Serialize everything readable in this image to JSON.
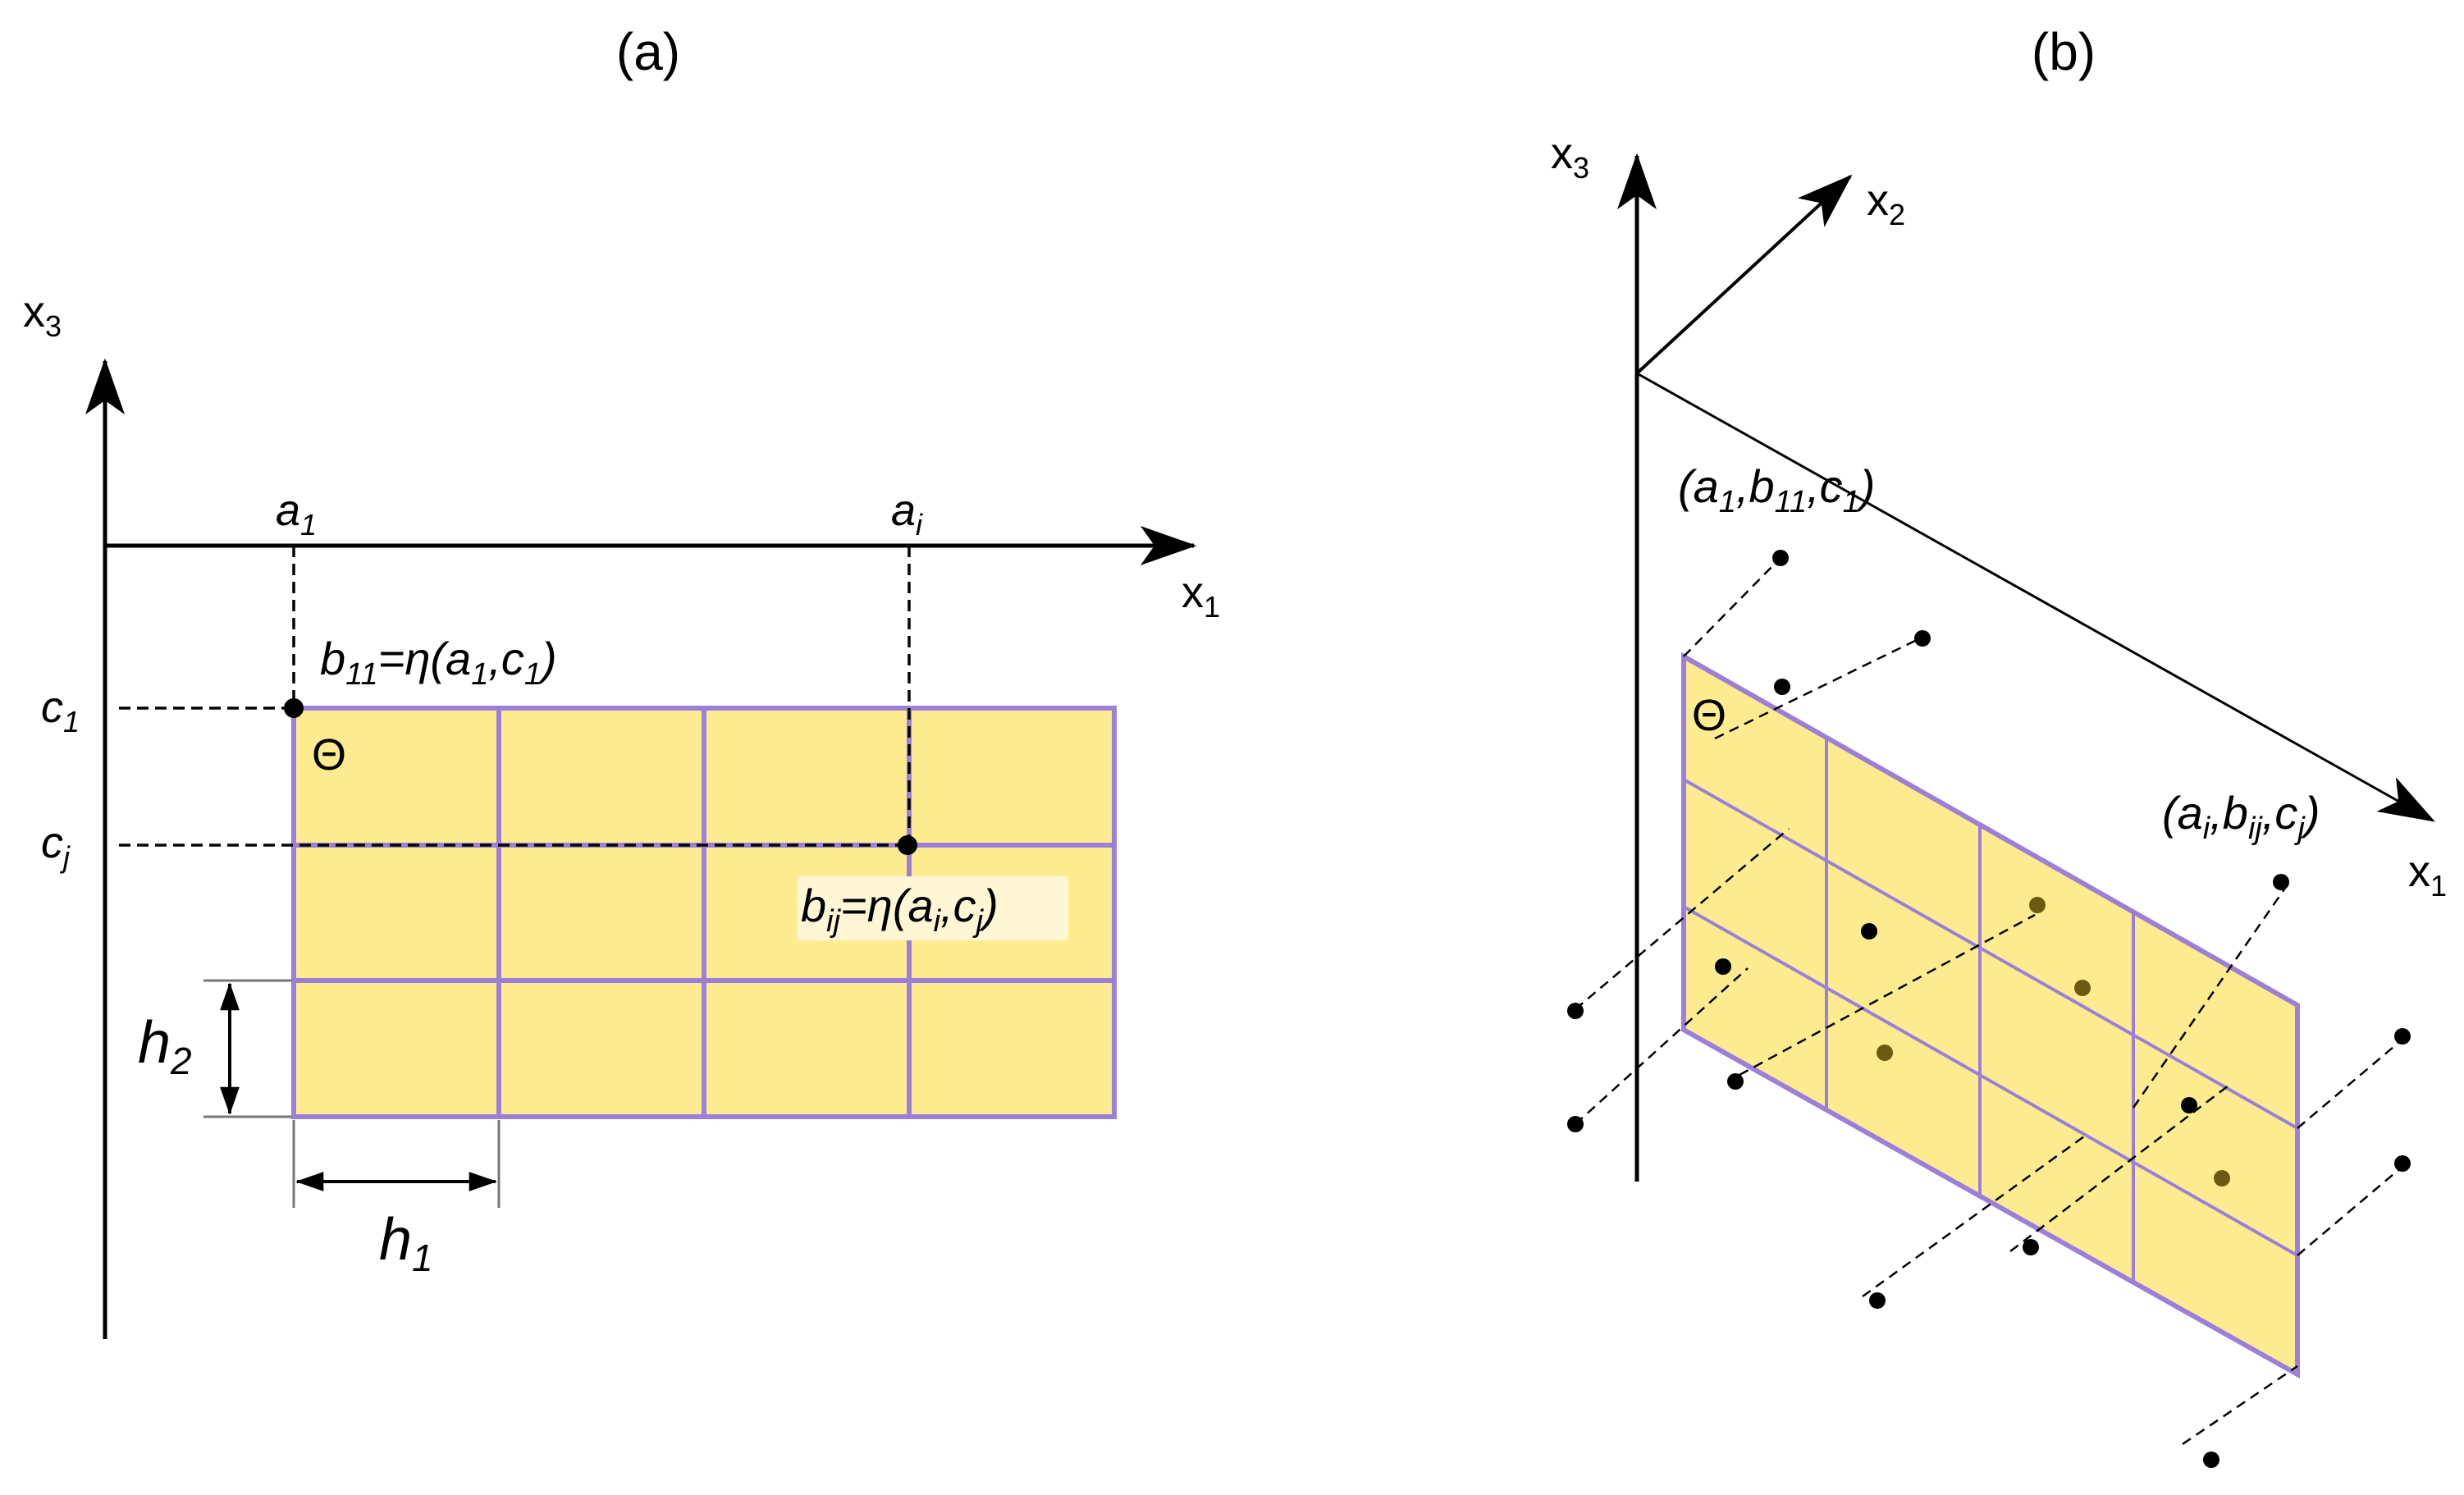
{
  "panel_a": {
    "title": "(a)",
    "axis_x3": "x3",
    "axis_x1": "x1",
    "a1": "a1",
    "ai": "ai",
    "c1": "c1",
    "cj": "cj",
    "b11_label": "b11=η(a1,c1)",
    "bij_label": "bij=η(ai,cj)",
    "theta": "Θ",
    "h1": "h1",
    "h2": "h2"
  },
  "panel_b": {
    "title": "(b)",
    "axis_x3": "x3",
    "axis_x2": "x2",
    "axis_x1": "x1",
    "point_first": "(a1,b11,c1)",
    "point_general": "(ai,bij,cj)",
    "theta": "Θ"
  },
  "colors": {
    "fill": "#fdec8f",
    "grid_stroke": "#9b7fd9",
    "ink": "#000000",
    "hidden_point": "#6b5a10"
  }
}
